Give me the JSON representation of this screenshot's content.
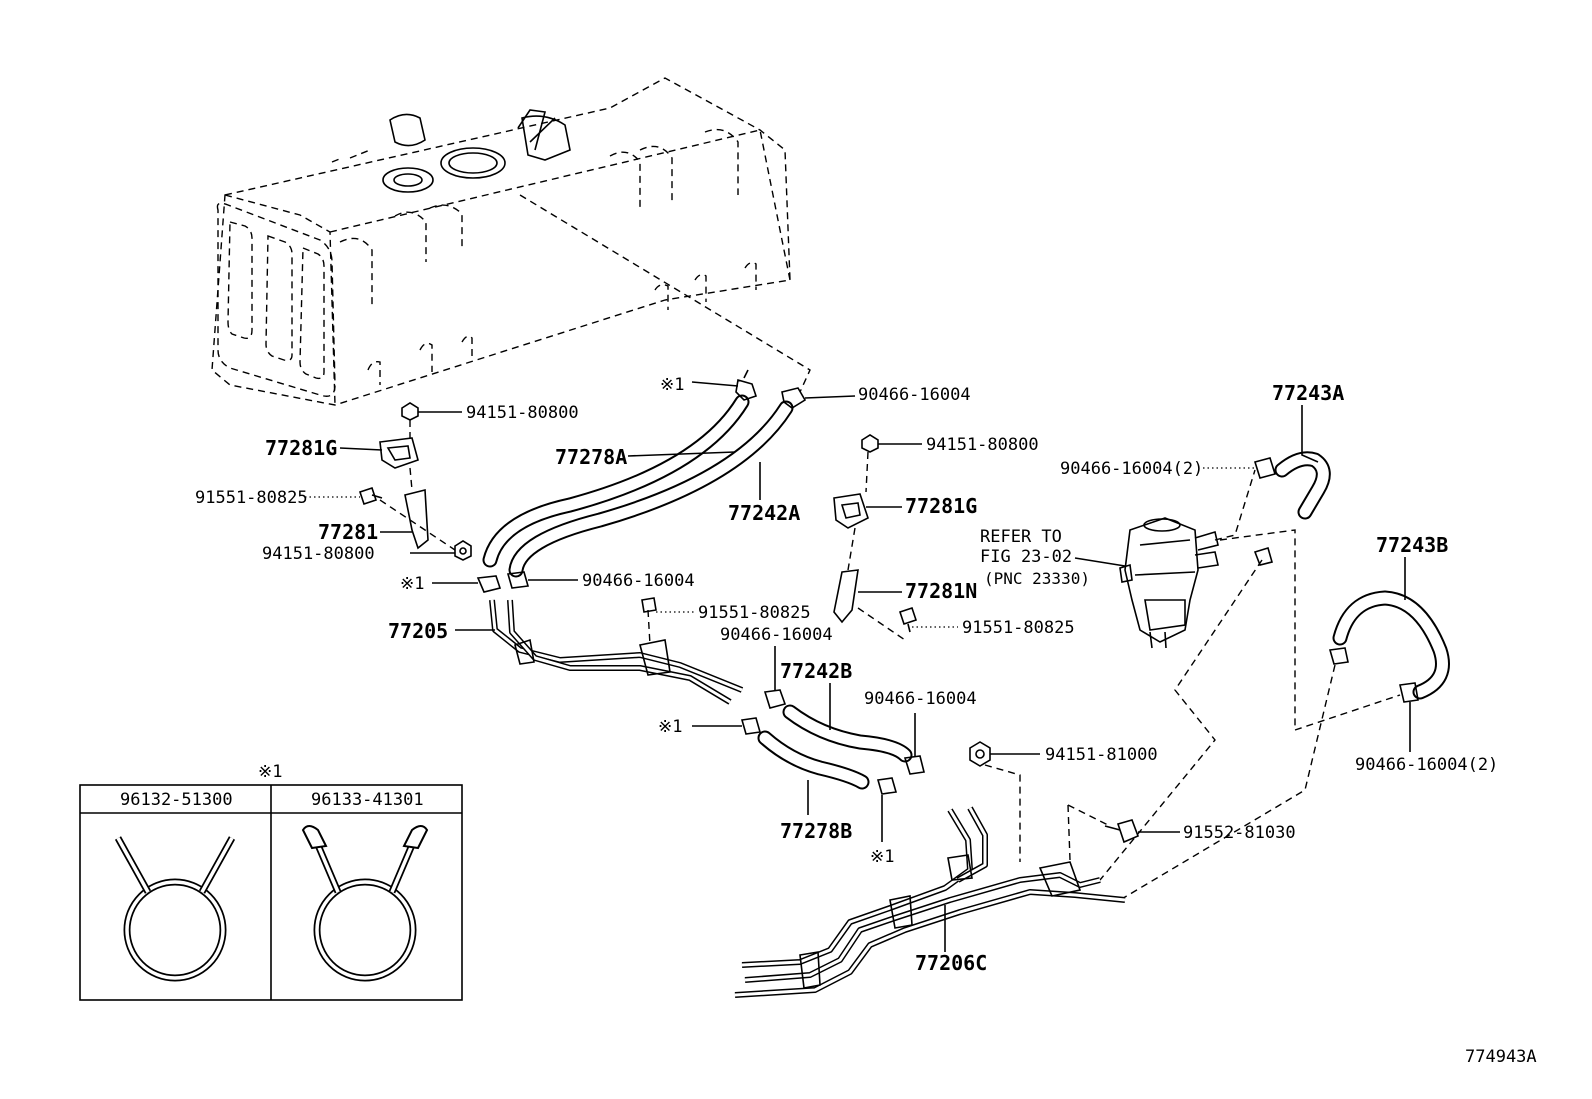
{
  "labels": {
    "p94151_80800_a": "94151-80800",
    "p77281G_a": "77281G",
    "p91551_80825_a": "91551-80825",
    "p77281": "77281",
    "p94151_80800_b": "94151-80800",
    "p77205": "77205",
    "mark1_a": "※1",
    "mark1_b": "※1",
    "mark1_c": "※1",
    "mark1_d": "※1",
    "p90466_16004_a": "90466-16004",
    "p77278A": "77278A",
    "p77242A": "77242A",
    "p90466_16004_b": "90466-16004",
    "p91551_80825_b": "91551-80825",
    "p90466_16004_c": "90466-16004",
    "p77242B": "77242B",
    "p90466_16004_d": "90466-16004",
    "p77278B": "77278B",
    "p94151_80800_c": "94151-80800",
    "p77281G_b": "77281G",
    "p77281N": "77281N",
    "p91551_80825_c": "91551-80825",
    "refer_line1": "REFER TO",
    "refer_line2": "FIG 23-02",
    "refer_line3": "(PNC 23330)",
    "p77243A": "77243A",
    "p90466_16004_2a": "90466-16004(2)",
    "p77243B": "77243B",
    "p90466_16004_2b": "90466-16004(2)",
    "p94151_81000": "94151-81000",
    "p91552_81030": "91552-81030",
    "p77206C": "77206C",
    "figure_id": "774943A"
  },
  "legend_table": {
    "marker": "※1",
    "col1": "96132-51300",
    "col2": "96133-41301"
  }
}
